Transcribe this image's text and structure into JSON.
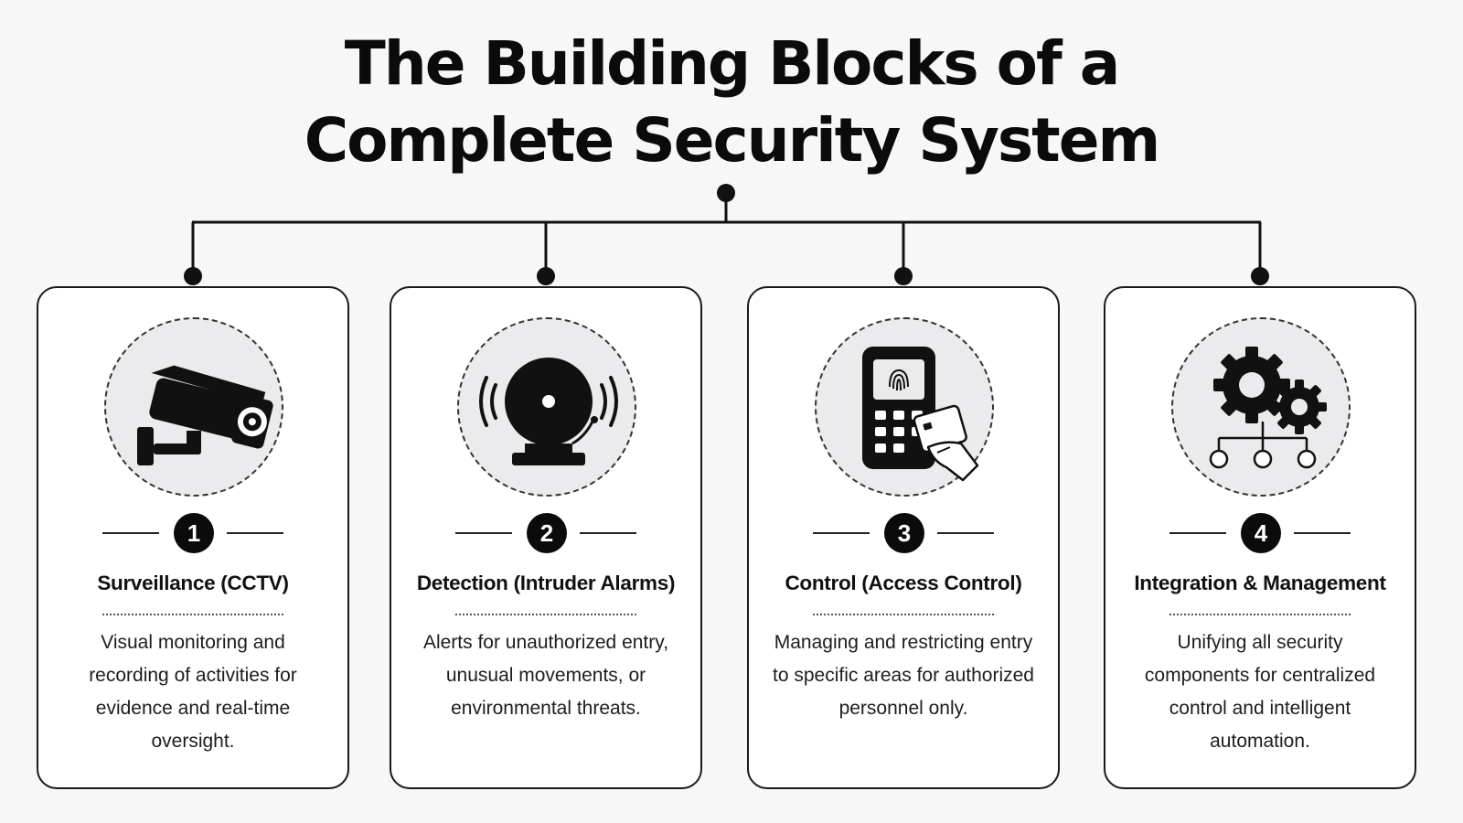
{
  "title": {
    "line1": "The Building Blocks of a",
    "line2": "Complete Security System"
  },
  "cards": [
    {
      "number": "1",
      "icon": "cctv-camera-icon",
      "title": "Surveillance (CCTV)",
      "description": "Visual monitoring and recording of activities for evidence and real-time oversight."
    },
    {
      "number": "2",
      "icon": "alarm-bell-icon",
      "title": "Detection (Intruder Alarms)",
      "description": "Alerts for unauthorized entry, unusual movements, or environmental threats."
    },
    {
      "number": "3",
      "icon": "access-keypad-icon",
      "title": "Control (Access Control)",
      "description": "Managing and restricting entry to specific areas for authorized personnel only."
    },
    {
      "number": "4",
      "icon": "gears-network-icon",
      "title": "Integration & Management",
      "description": "Unifying all security components for centralized control and intelligent automation."
    }
  ],
  "colors": {
    "ink": "#0b0b0b",
    "card_bg": "#ffffff",
    "icon_bg": "#ebebed",
    "page_bg": "#f7f7f8"
  }
}
